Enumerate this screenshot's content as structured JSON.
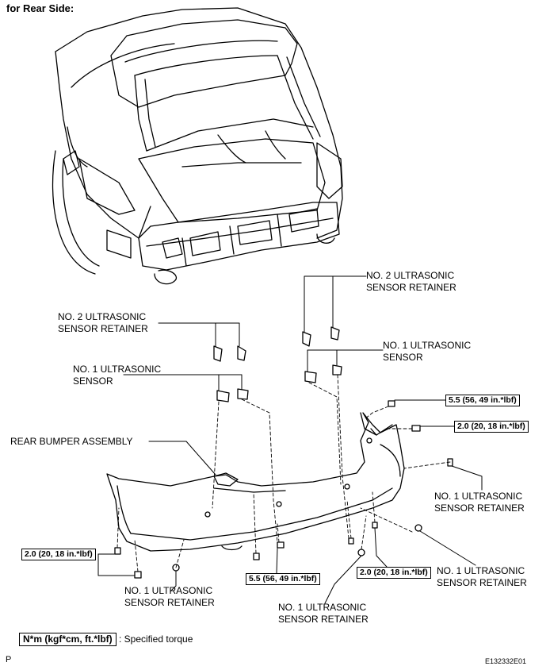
{
  "header": {
    "title": "for Rear Side:"
  },
  "labels": {
    "no2_retainer_right": [
      "NO. 2 ULTRASONIC",
      "SENSOR RETAINER"
    ],
    "no2_retainer_left": [
      "NO. 2 ULTRASONIC",
      "SENSOR RETAINER"
    ],
    "no1_sensor_right": [
      "NO. 1 ULTRASONIC",
      "SENSOR"
    ],
    "no1_sensor_left": [
      "NO. 1 ULTRASONIC",
      "SENSOR"
    ],
    "rear_bumper": "REAR BUMPER ASSEMBLY",
    "no1_retainer_side": [
      "NO. 1 ULTRASONIC",
      "SENSOR RETAINER"
    ],
    "no1_retainer_bottom_right": [
      "NO. 1 ULTRASONIC",
      "SENSOR RETAINER"
    ],
    "no1_retainer_bottom_left": [
      "NO. 1 ULTRASONIC",
      "SENSOR RETAINER"
    ],
    "no1_retainer_bottom_center": [
      "NO. 1 ULTRASONIC",
      "SENSOR RETAINER"
    ]
  },
  "torques": {
    "top_right_55": "5.5 (56, 49 in.*lbf)",
    "top_right_20": "2.0 (20, 18 in.*lbf)",
    "left_20": "2.0 (20, 18 in.*lbf)",
    "bottom_55": "5.5 (56, 49 in.*lbf)",
    "bottom_20": "2.0 (20, 18 in.*lbf)"
  },
  "legend": {
    "unit_box": "N*m (kgf*cm, ft.*lbf)",
    "text": ": Specified torque"
  },
  "footer": {
    "left_code": "P",
    "right_code": "E132332E01"
  }
}
